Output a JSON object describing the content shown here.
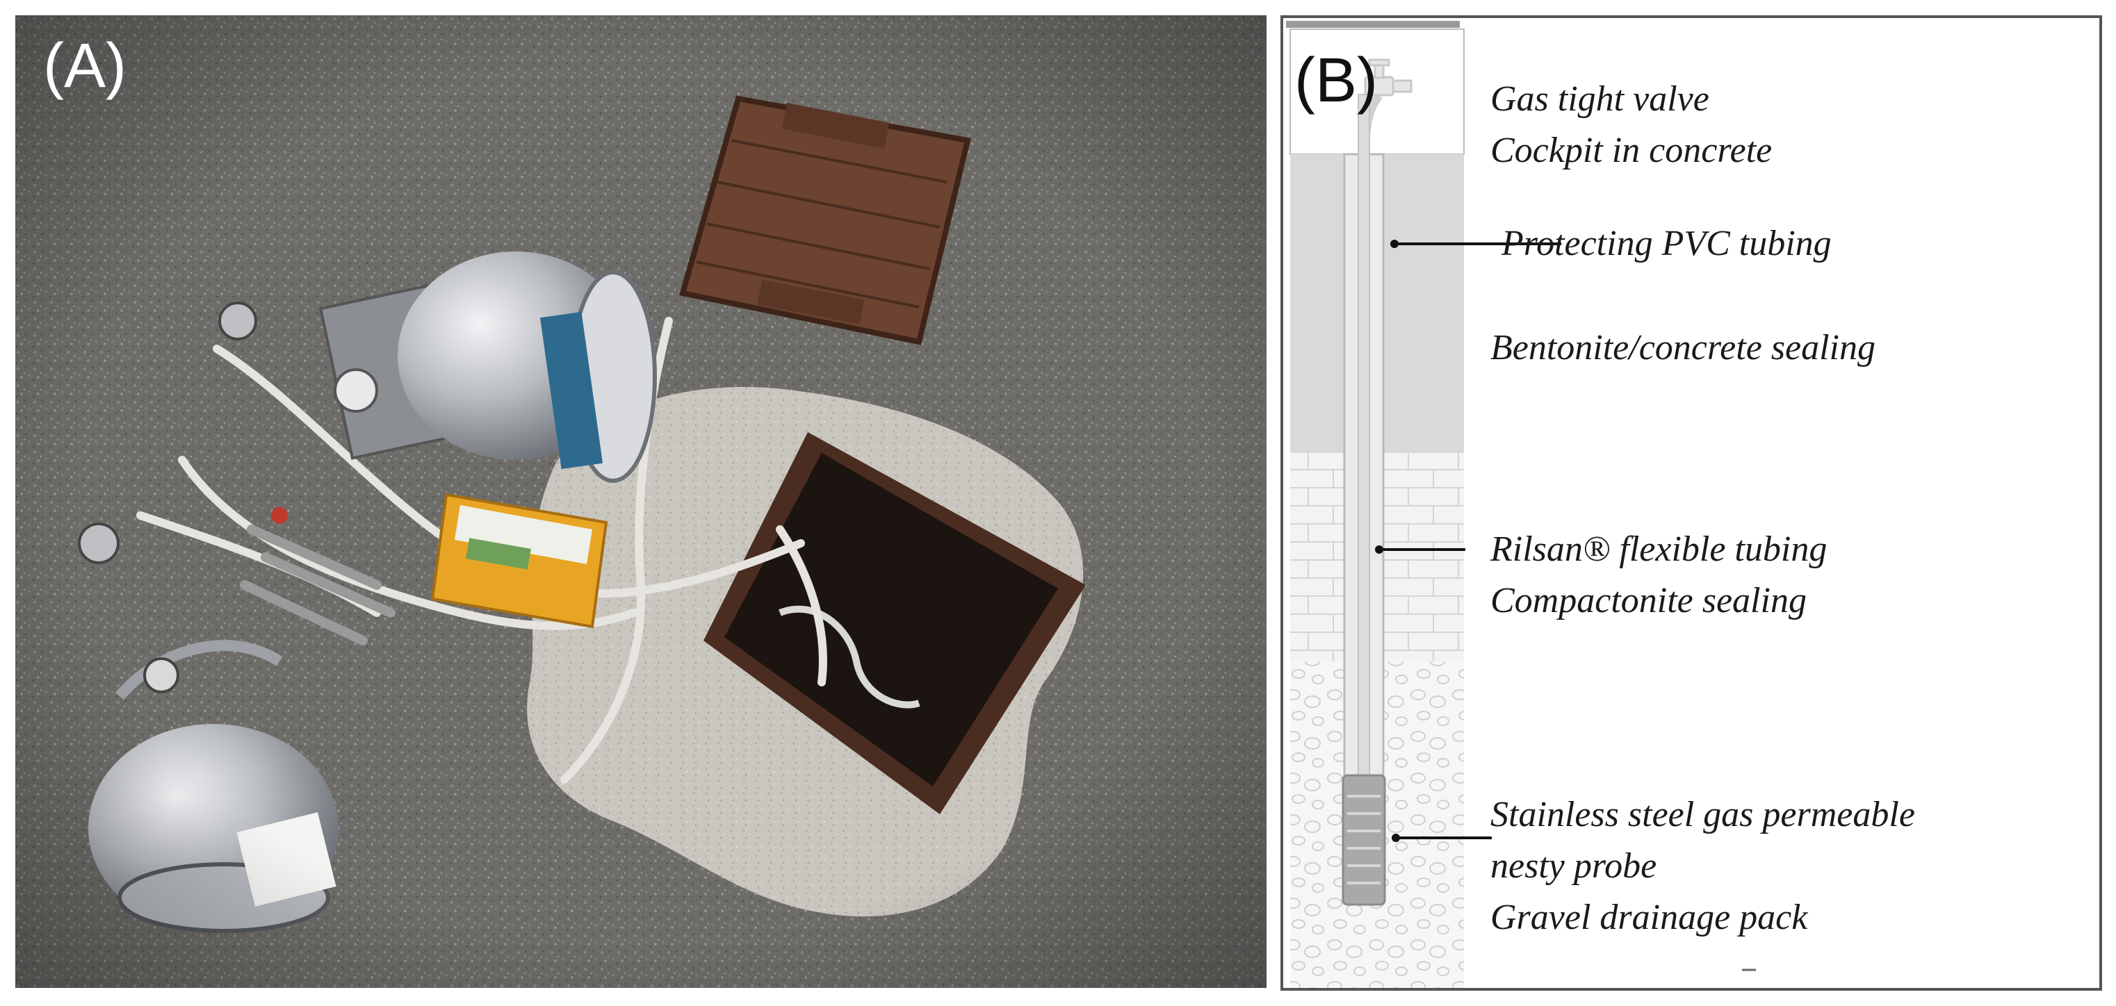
{
  "panel_a": {
    "label": "(A)"
  },
  "panel_b": {
    "label": "(B)",
    "annotations": [
      {
        "lines": [
          "Gas tight valve",
          "Cockpit in concrete"
        ]
      },
      {
        "lines": [
          "Protecting PVC tubing"
        ]
      },
      {
        "lines": [
          "Bentonite/concrete sealing"
        ]
      },
      {
        "lines": [
          "Rilsan® flexible tubing",
          "Compactonite sealing"
        ]
      },
      {
        "lines": [
          "Stainless steel gas permeable",
          "nesty probe",
          "Gravel drainage pack"
        ]
      }
    ]
  },
  "colors": {
    "asphalt": "#6e6c69",
    "concrete_patch": "#c9c6bf",
    "rust": "#6b4330",
    "meter_yellow": "#e8a524",
    "steel": "#c9ccd0",
    "sealing_gray": "#d9d9d9"
  }
}
